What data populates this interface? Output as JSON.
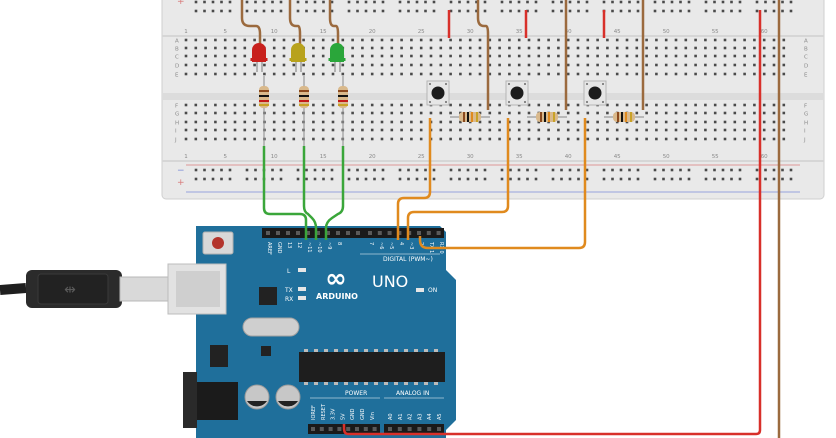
{
  "board": {
    "logo_text": "∞",
    "model": "UNO",
    "brand": "ARDUINO",
    "header_digital": "DIGITAL (PWM~)",
    "header_power": "POWER",
    "header_analog": "ANALOG IN",
    "label_on": "ON",
    "label_tx": "TX",
    "label_rx": "RX",
    "label_l": "L",
    "digital_pins": [
      "AREF",
      "GND",
      "13",
      "12",
      "~11",
      "~10",
      "~9",
      "8",
      "7",
      "~6",
      "~5",
      "4",
      "~3",
      "2",
      "TX 1",
      "RX 0"
    ],
    "power_pins": [
      "IOREF",
      "RESET",
      "3.3V",
      "5V",
      "GND",
      "GND",
      "Vin"
    ],
    "analog_pins": [
      "A0",
      "A1",
      "A2",
      "A3",
      "A4",
      "A5"
    ]
  },
  "breadboard": {
    "row_labels_left": [
      "A",
      "B",
      "C",
      "D",
      "E",
      "F",
      "G",
      "H",
      "I",
      "J"
    ],
    "row_labels_right": [
      "A",
      "B",
      "C",
      "D",
      "E",
      "F",
      "G",
      "H",
      "I",
      "J"
    ],
    "column_numbers_top": [
      "1",
      "5",
      "10",
      "15",
      "20",
      "25",
      "30",
      "35",
      "40",
      "45",
      "50",
      "55",
      "60"
    ],
    "column_numbers_bottom": [
      "1",
      "5",
      "10",
      "15",
      "20",
      "25",
      "30",
      "35",
      "40",
      "45",
      "50",
      "55",
      "60"
    ],
    "rail_sign_plus": "+",
    "rail_sign_minus": "−"
  },
  "components": {
    "leds": [
      {
        "color_name": "red",
        "color": "#c8201c"
      },
      {
        "color_name": "yellow",
        "color": "#b8a21c"
      },
      {
        "color_name": "green",
        "color": "#2aa63a"
      }
    ],
    "pushbutton_count": 3,
    "resistor_count": 6
  },
  "wires": {
    "led_color": "#3aa63a",
    "button_color": "#e08a1e",
    "power_color": "#d8302a",
    "ground_color": "#9b6a3e"
  },
  "colors": {
    "board_blue": "#1f6f9b",
    "breadboard": "#e8e8e8",
    "hole": "#4a4a4a"
  }
}
